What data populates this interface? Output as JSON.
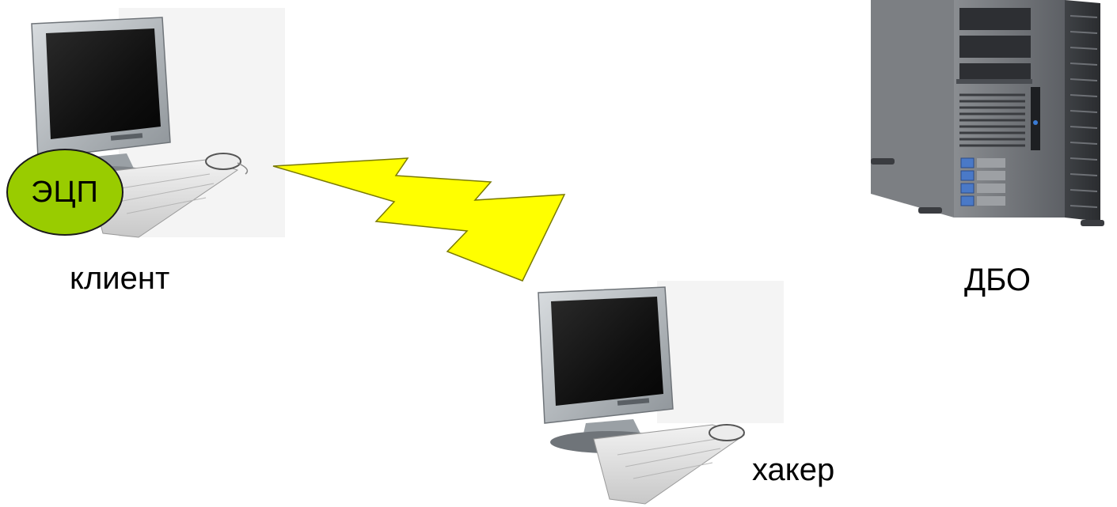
{
  "nodes": {
    "client": {
      "label": "клиент"
    },
    "hacker": {
      "label": "хакер"
    },
    "server": {
      "label": "ДБО"
    }
  },
  "badge": {
    "label": "ЭЦП",
    "color": "#99cc00"
  },
  "link": {
    "color": "#ffff00",
    "stroke": "#7a7a00"
  }
}
